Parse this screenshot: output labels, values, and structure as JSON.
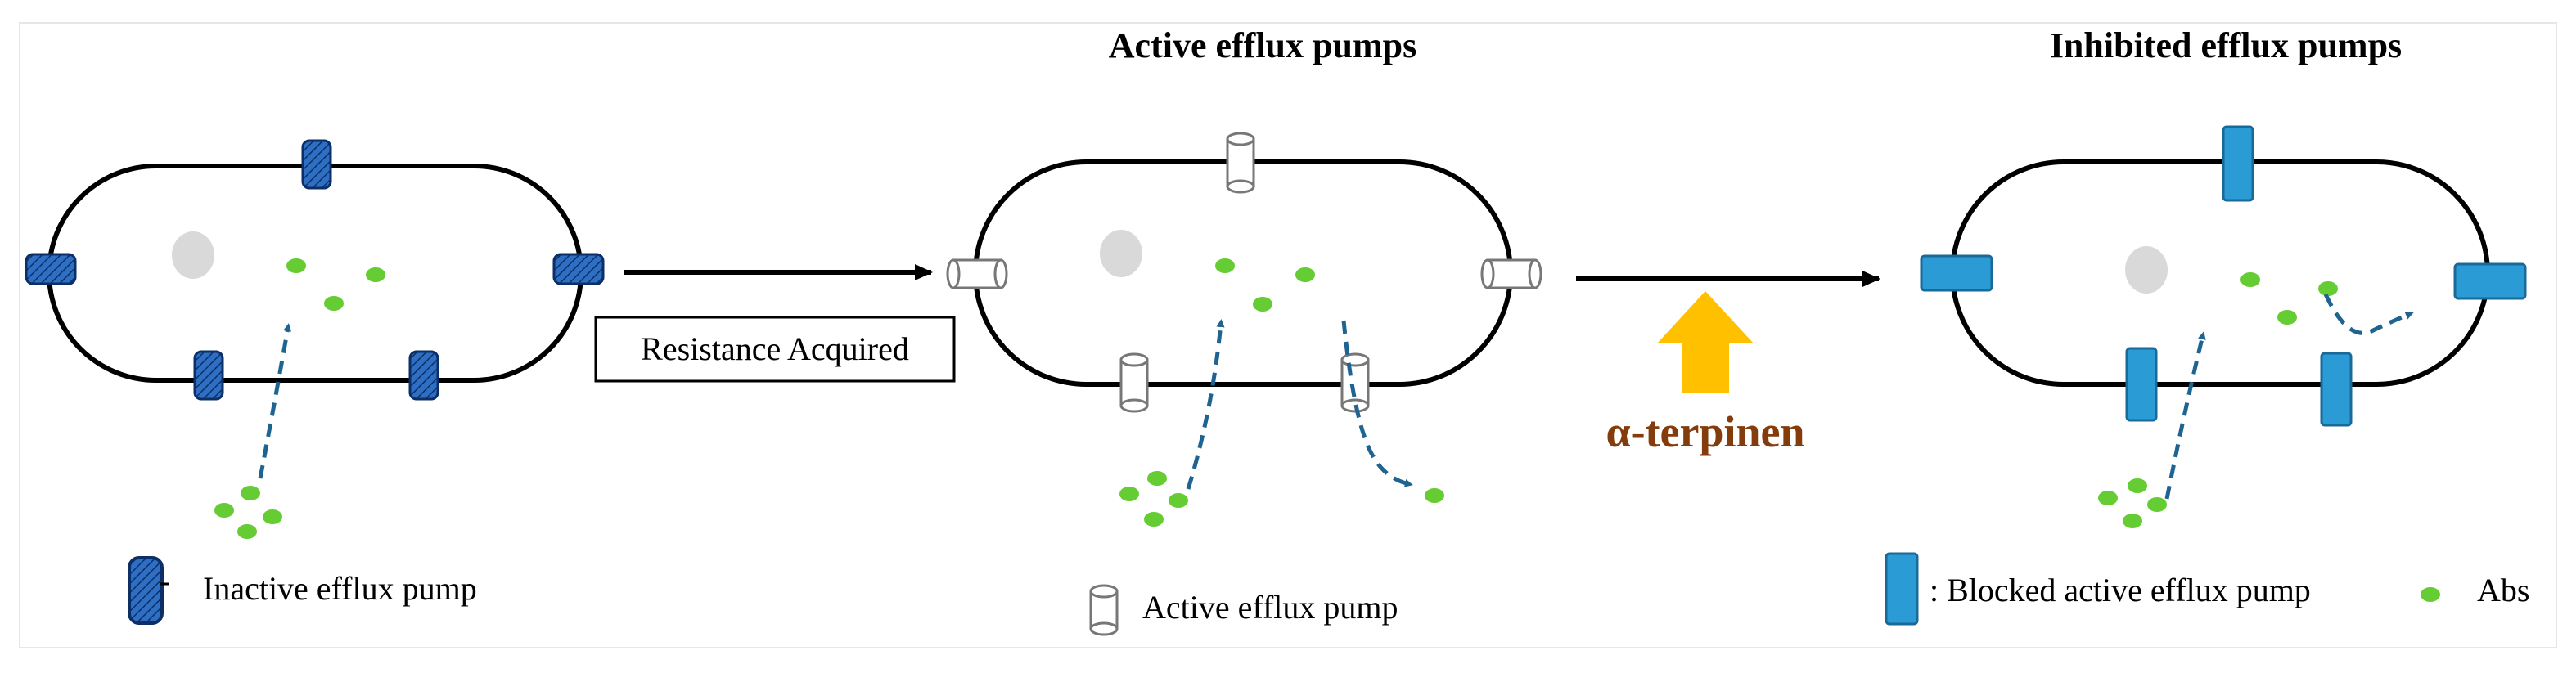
{
  "titles": {
    "active": "Active efflux pumps",
    "inhibited": "Inhibited efflux pumps"
  },
  "labels": {
    "resistance": "Resistance Acquired",
    "drug": "α-terpinen",
    "inactive_legend": "Inactive efflux pump",
    "active_legend": "Active efflux pump",
    "blocked_legend": ": Blocked active efflux pump",
    "abs_legend": "Abs"
  },
  "colors": {
    "cell_outline": "#000000",
    "nucleoid": "#d9d9d9",
    "antibiotic": "#66cc33",
    "transport_arrow": "#1f6391",
    "inactive_pump": "#2e6fc4",
    "blocked_pump": "#2a9bd5",
    "drug_arrow": "#ffc000",
    "drug_text": "#843c0c"
  },
  "icons": {
    "inactive_pump": "inactive-pump-icon",
    "active_pump": "active-pump-icon",
    "blocked_pump": "blocked-pump-icon",
    "antibiotic": "antibiotic-dot-icon",
    "drug_arrow": "up-arrow-icon"
  }
}
